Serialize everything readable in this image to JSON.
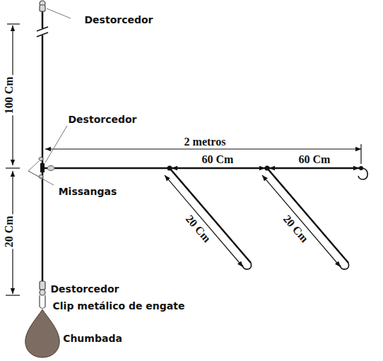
{
  "diagram": {
    "labels": [
      "Destorcedor",
      "100 Cm",
      "Destorcedor",
      "2 metros",
      "60 Cm",
      "60 Cm",
      "Missangas",
      "20 Cm",
      "20 Cm",
      "20 Cm",
      "Destorcedor",
      "Clip metálico de engate",
      "Chumbada"
    ]
  }
}
